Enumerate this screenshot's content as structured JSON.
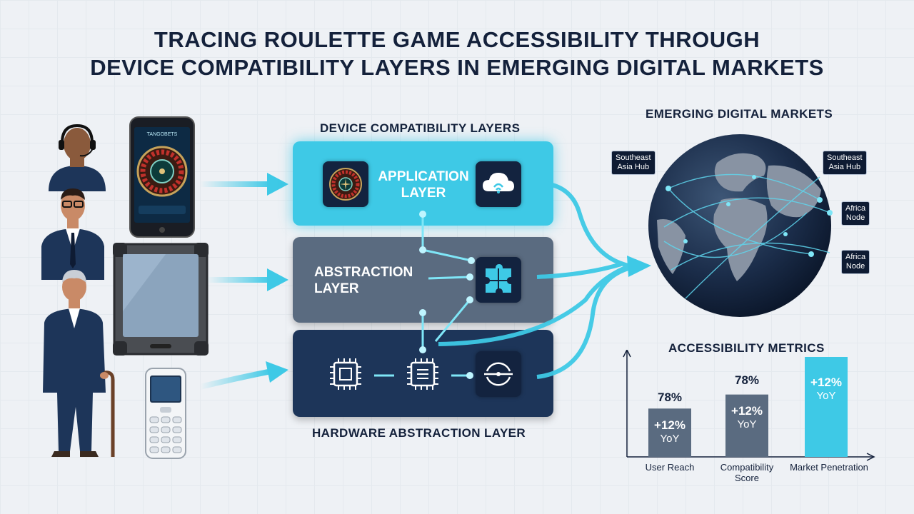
{
  "title": {
    "line1": "TRACING ROULETTE GAME ACCESSIBILITY THROUGH",
    "line2": "DEVICE COMPATIBILITY LAYERS IN EMERGING DIGITAL MARKETS"
  },
  "layers": {
    "heading": "DEVICE COMPATIBILITY LAYERS",
    "application": {
      "line1": "APPLICATION",
      "line2": "LAYER"
    },
    "abstraction": {
      "line1": "ABSTRACTION",
      "line2": "LAYER"
    },
    "hardware_caption": "HARDWARE ABSTRACTION LAYER"
  },
  "devices": {
    "phone_screen_text": "TANGOBETS"
  },
  "markets": {
    "heading": "EMERGING DIGITAL MARKETS",
    "tags": [
      {
        "label": "Southeast\nAsia Hub"
      },
      {
        "label": "Southeast\nAsia Hub"
      },
      {
        "label": "Africa\nNode"
      },
      {
        "label": "Africa\nNode"
      }
    ]
  },
  "metrics": {
    "heading": "ACCESSIBILITY METRICS",
    "bars": [
      {
        "top_value": "78%",
        "inner_value": "+12%",
        "inner_sub": "YoY"
      },
      {
        "top_value": "78%",
        "inner_value": "+12%",
        "inner_sub": "YoY"
      },
      {
        "top_value": "",
        "inner_value": "+12%",
        "inner_sub": "YoY"
      }
    ],
    "categories": [
      "User Reach",
      "Compatibility\nScore",
      "Market Penetration"
    ]
  },
  "chart_data": {
    "type": "bar",
    "categories": [
      "User Reach",
      "Compatibility Score",
      "Market Penetration"
    ],
    "values": [
      78,
      78,
      100
    ],
    "title": "ACCESSIBILITY METRICS",
    "annotations": [
      "78%",
      "+12% YoY",
      "78%",
      "+12% YoY",
      "+12% YoY"
    ],
    "colors": [
      "#5a6b80",
      "#5a6b80",
      "#3ec9e6"
    ]
  },
  "colors": {
    "accent": "#3ec9e6",
    "navy": "#1d3559",
    "slate": "#5a6b80",
    "dark": "#14213b"
  }
}
